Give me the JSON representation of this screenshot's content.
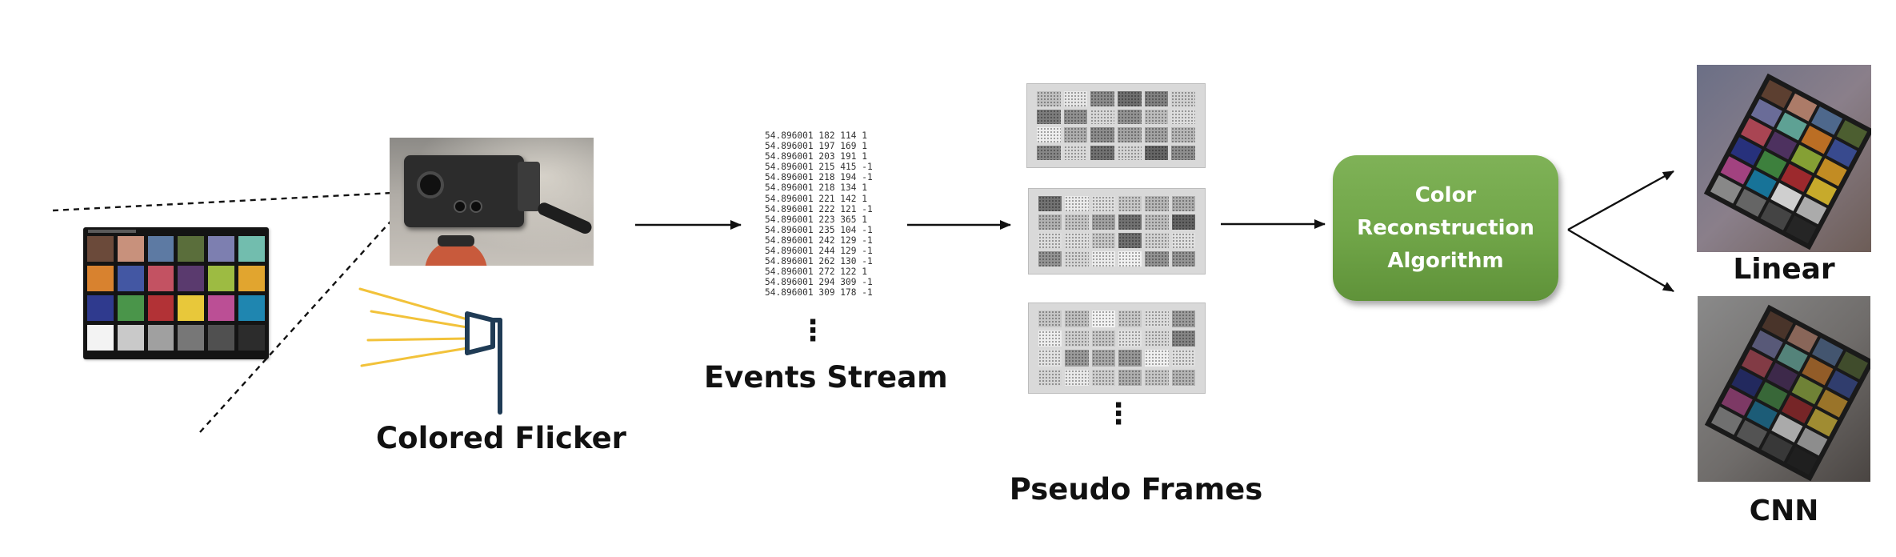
{
  "labels": {
    "colored_flicker": "Colored Flicker",
    "events_stream": "Events Stream",
    "pseudo_frames": "Pseudo Frames",
    "linear": "Linear",
    "cnn": "CNN",
    "vdots": "⋮"
  },
  "algorithm": {
    "text": "Color\nReconstruction\nAlgorithm",
    "fill": "#70a548"
  },
  "events": [
    "54.896001 182 114 1",
    "54.896001 197 169 1",
    "54.896001 203 191 1",
    "54.896001 215 415 -1",
    "54.896001 218 194 -1",
    "54.896001 218 134 1",
    "54.896001 221 142 1",
    "54.896001 222 121 -1",
    "54.896001 223 365 1",
    "54.896001 235 104 -1",
    "54.896001 242 129 -1",
    "54.896001 244 129 -1",
    "54.896001 262 130 -1",
    "54.896001 272 122 1",
    "54.896001 294 309 -1",
    "54.896001 309 178 -1"
  ],
  "color_checker": [
    "#6b4a3a",
    "#c8917c",
    "#5d7aa3",
    "#5a6e3b",
    "#7d7fb0",
    "#72bdae",
    "#d8822f",
    "#4357a3",
    "#c35262",
    "#5a3a6e",
    "#9dbb42",
    "#e1a52f",
    "#2f3a8e",
    "#4a954a",
    "#b23236",
    "#e8c83a",
    "#bb4f95",
    "#1f86b0",
    "#f3f3f3",
    "#c9c9c9",
    "#a0a0a0",
    "#777777",
    "#505050",
    "#2c2c2c"
  ],
  "flicker_color": "#f2c23a"
}
